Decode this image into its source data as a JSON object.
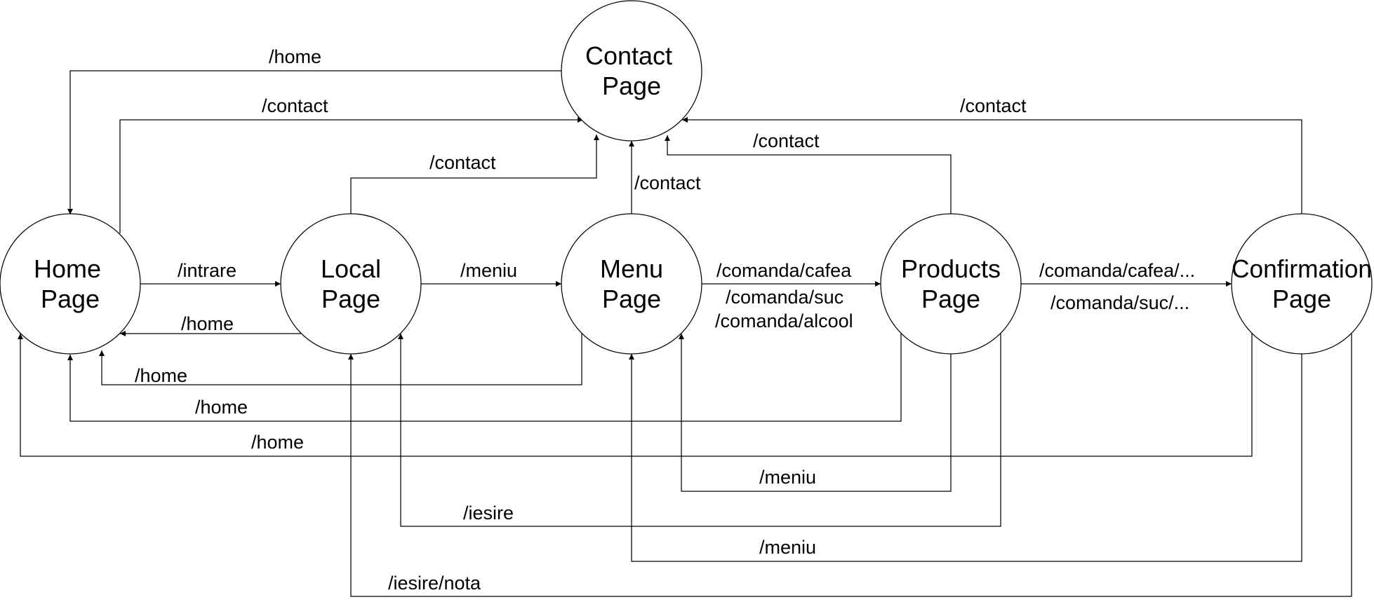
{
  "nodes": [
    {
      "id": "contact",
      "line1": "Contact",
      "line2": "Page"
    },
    {
      "id": "home",
      "line1": "Home",
      "line2": "Page"
    },
    {
      "id": "local",
      "line1": "Local",
      "line2": "Page"
    },
    {
      "id": "menu",
      "line1": "Menu",
      "line2": "Page"
    },
    {
      "id": "products",
      "line1": "Products",
      "line2": "Page"
    },
    {
      "id": "confirmation",
      "line1": "Confirmation",
      "line2": "Page"
    }
  ],
  "edges": [
    {
      "from": "contact",
      "to": "home",
      "label": "/home"
    },
    {
      "from": "home",
      "to": "contact",
      "label": "/contact"
    },
    {
      "from": "confirmation",
      "to": "contact",
      "label": "/contact"
    },
    {
      "from": "local",
      "to": "contact",
      "label": "/contact"
    },
    {
      "from": "products",
      "to": "contact",
      "label": "/contact"
    },
    {
      "from": "menu",
      "to": "contact",
      "label": "/contact"
    },
    {
      "from": "home",
      "to": "local",
      "label": "/intrare"
    },
    {
      "from": "local",
      "to": "home",
      "label": "/home"
    },
    {
      "from": "local",
      "to": "menu",
      "label": "/meniu"
    },
    {
      "from": "menu",
      "to": "products",
      "label": "/comanda/cafea",
      "extra_labels": [
        "/comanda/suc",
        "/comanda/alcool"
      ]
    },
    {
      "from": "products",
      "to": "confirmation",
      "label": "/comanda/cafea/...",
      "extra_labels": [
        "/comanda/suc/..."
      ]
    },
    {
      "from": "menu",
      "to": "home",
      "label": "/home"
    },
    {
      "from": "products",
      "to": "home",
      "label": "/home"
    },
    {
      "from": "confirmation",
      "to": "home",
      "label": "/home"
    },
    {
      "from": "products",
      "to": "menu",
      "label": "/meniu"
    },
    {
      "from": "products",
      "to": "local",
      "label": "/iesire"
    },
    {
      "from": "confirmation",
      "to": "menu",
      "label": "/meniu"
    },
    {
      "from": "confirmation",
      "to": "local",
      "label": "/iesire/nota"
    }
  ]
}
